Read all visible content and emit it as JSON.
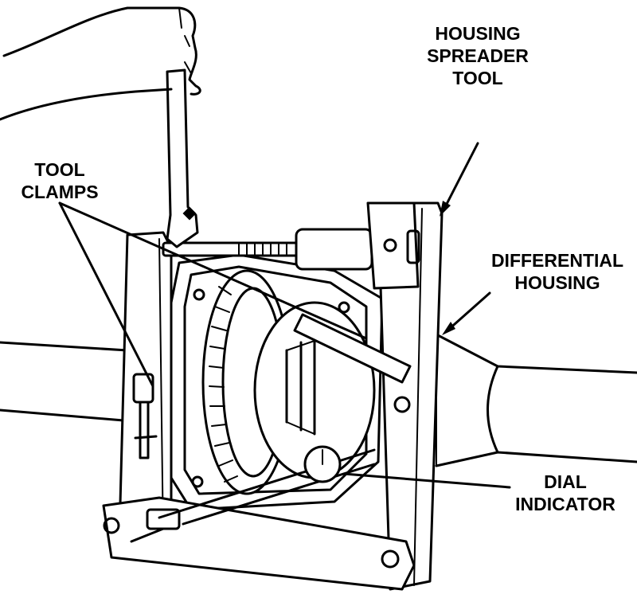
{
  "labels": {
    "housing_spreader_tool": [
      "HOUSING",
      "SPREADER",
      "TOOL"
    ],
    "tool_clamps": [
      "TOOL",
      "CLAMPS"
    ],
    "differential_housing": [
      "DIFFERENTIAL",
      "HOUSING"
    ],
    "dial_indicator": [
      "DIAL",
      "INDICATOR"
    ]
  }
}
